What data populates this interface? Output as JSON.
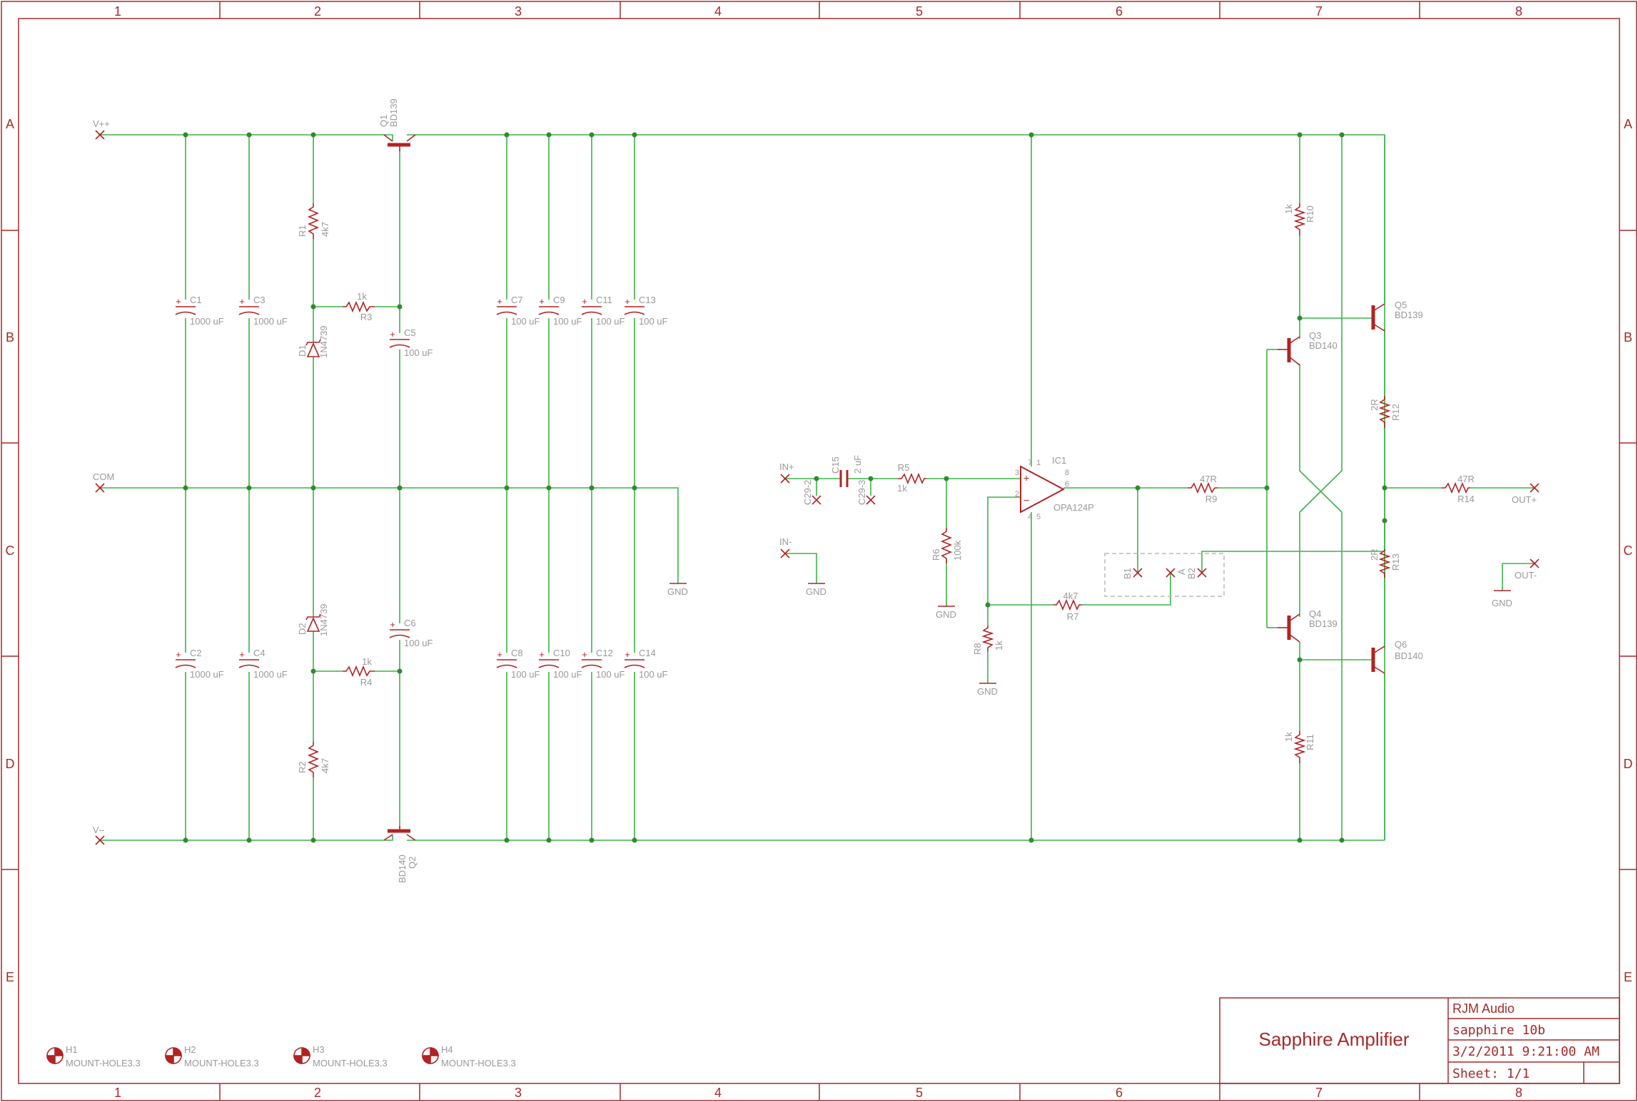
{
  "colors": {
    "frame": "#a52a2a",
    "wire": "#3cb34a",
    "symbol": "#b22222",
    "label": "#999999",
    "title": "#a52a2a",
    "junction": "#2e8b2e",
    "dashed": "#bbbbbb"
  },
  "frame": {
    "columns": [
      "1",
      "2",
      "3",
      "4",
      "5",
      "6",
      "7",
      "8"
    ],
    "rows": [
      "A",
      "B",
      "C",
      "D",
      "E"
    ]
  },
  "title_block": {
    "title": "Sapphire Amplifier",
    "company": "RJM Audio",
    "project": "sapphire 10b",
    "date": "3/2/2011 9:21:00 AM",
    "sheet": "Sheet: 1/1"
  },
  "supply": {
    "vpp": "V++",
    "com": "COM",
    "vmm": "V--",
    "gnd": "GND"
  },
  "components": {
    "q1": {
      "ref": "Q1",
      "value": "BD139"
    },
    "q2": {
      "ref": "Q2",
      "value": "BD140"
    },
    "q3": {
      "ref": "Q3",
      "value": "BD140"
    },
    "q4": {
      "ref": "Q4",
      "value": "BD139"
    },
    "q5": {
      "ref": "Q5",
      "value": "BD139"
    },
    "q6": {
      "ref": "Q6",
      "value": "BD140"
    },
    "r1": {
      "ref": "R1",
      "value": "4k7"
    },
    "r2": {
      "ref": "R2",
      "value": "4k7"
    },
    "r3": {
      "ref": "R3",
      "value": "1k"
    },
    "r4": {
      "ref": "R4",
      "value": "1k"
    },
    "r5": {
      "ref": "R5",
      "value": "1k"
    },
    "r6": {
      "ref": "R6",
      "value": "100k"
    },
    "r7": {
      "ref": "R7",
      "value": "4k7"
    },
    "r8": {
      "ref": "R8",
      "value": "1k"
    },
    "r9": {
      "ref": "R9",
      "value": "47R"
    },
    "r10": {
      "ref": "R10",
      "value": "1k"
    },
    "r11": {
      "ref": "R11",
      "value": "1k"
    },
    "r12": {
      "ref": "R12",
      "value": "2R"
    },
    "r13": {
      "ref": "R13",
      "value": "2R"
    },
    "r14": {
      "ref": "R14",
      "value": "47R"
    },
    "d1": {
      "ref": "D1",
      "value": "1N4739"
    },
    "d2": {
      "ref": "D2",
      "value": "1N4739"
    },
    "c1": {
      "ref": "C1",
      "value": "1000 uF"
    },
    "c2": {
      "ref": "C2",
      "value": "1000 uF"
    },
    "c3": {
      "ref": "C3",
      "value": "1000 uF"
    },
    "c4": {
      "ref": "C4",
      "value": "1000 uF"
    },
    "c5": {
      "ref": "C5",
      "value": "100 uF"
    },
    "c6": {
      "ref": "C6",
      "value": "100 uF"
    },
    "c7": {
      "ref": "C7",
      "value": "100 uF"
    },
    "c8": {
      "ref": "C8",
      "value": "100 uF"
    },
    "c9": {
      "ref": "C9",
      "value": "100 uF"
    },
    "c10": {
      "ref": "C10",
      "value": "100 uF"
    },
    "c11": {
      "ref": "C11",
      "value": "100 uF"
    },
    "c12": {
      "ref": "C12",
      "value": "100 uF"
    },
    "c13": {
      "ref": "C13",
      "value": "100 uF"
    },
    "c14": {
      "ref": "C14",
      "value": "100 uF"
    },
    "c15": {
      "ref": "C15",
      "value": "2 uF"
    },
    "ic1": {
      "ref": "IC1",
      "value": "OPA124P"
    }
  },
  "opamp_pins": {
    "p2": "2",
    "p3": "3",
    "p4": "4",
    "p5": "5",
    "p6": "6",
    "p7": "7",
    "p8": "8",
    "p1": "1",
    "minus": "−",
    "plus": "+"
  },
  "polarity": "+",
  "connectors": {
    "in_plus": "IN+",
    "in_minus": "IN-",
    "out_plus": "OUT+",
    "out_minus": "OUT-",
    "c29_2": "C29-2",
    "c29_3": "C29-3",
    "b1": "B1",
    "a": "A",
    "b2": "B2"
  },
  "mount_holes": [
    {
      "ref": "H1",
      "value": "MOUNT-HOLE3.3"
    },
    {
      "ref": "H2",
      "value": "MOUNT-HOLE3.3"
    },
    {
      "ref": "H3",
      "value": "MOUNT-HOLE3.3"
    },
    {
      "ref": "H4",
      "value": "MOUNT-HOLE3.3"
    }
  ]
}
